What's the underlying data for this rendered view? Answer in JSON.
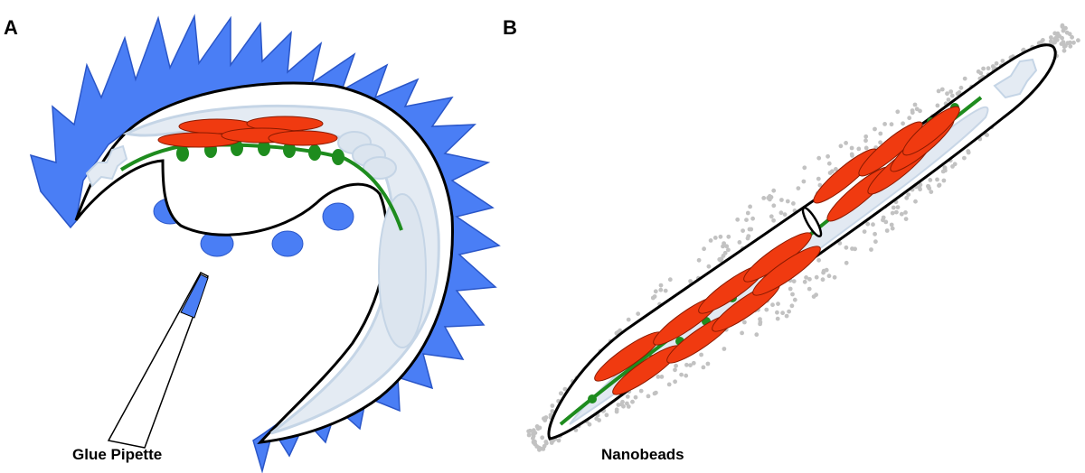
{
  "panels": [
    {
      "letter": "A",
      "caption": "Glue Pipette"
    },
    {
      "letter": "B",
      "caption": "Nanobeads"
    }
  ],
  "colors": {
    "glue": "#4a7ef5",
    "body_outline": "#000000",
    "gut": "#dde6f0",
    "muscle": "#f03a10",
    "nerve": "#1e8c1e",
    "beads": "#c2c2c2"
  }
}
